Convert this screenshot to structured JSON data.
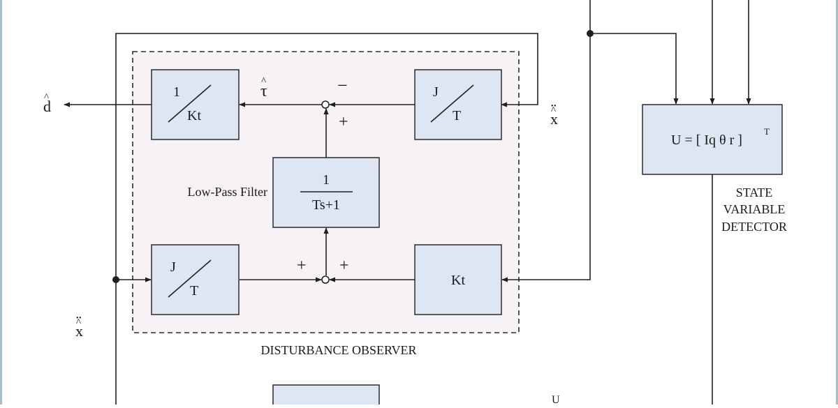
{
  "observer_caption": "DISTURBANCE OBSERVER",
  "blocks": {
    "inv_kt": {
      "num": "1",
      "den": "Kt"
    },
    "j_over_t_top": {
      "num": "J",
      "den": "T"
    },
    "low_pass": {
      "num": "1",
      "den": "Ts+1",
      "label": "Low-Pass Filter"
    },
    "j_over_t_bottom": {
      "num": "J",
      "den": "T"
    },
    "kt": {
      "label": "Kt"
    },
    "state_detector": {
      "eq_main": "U = [ Iq   θ   r ]",
      "eq_sup": "T"
    }
  },
  "state_detector_caption": [
    "STATE",
    "VARIABLE",
    "DETECTOR"
  ],
  "signals": {
    "d_hat": "d",
    "tau_hat": "τ",
    "x_ddot_right": "x",
    "x_ddot_left": "x",
    "u_bottom": "U",
    "hat_mark": "^",
    "ddot_mark": "•",
    "ddot_mark2": "•"
  },
  "signs": {
    "top_minus": "−",
    "top_plus": "+",
    "bottom_plus_left": "+",
    "bottom_plus_right": "+"
  },
  "colors": {
    "block_fill": "#dde6f2",
    "observer_fill": "#f6f2f5",
    "line": "#1f1f1f"
  }
}
